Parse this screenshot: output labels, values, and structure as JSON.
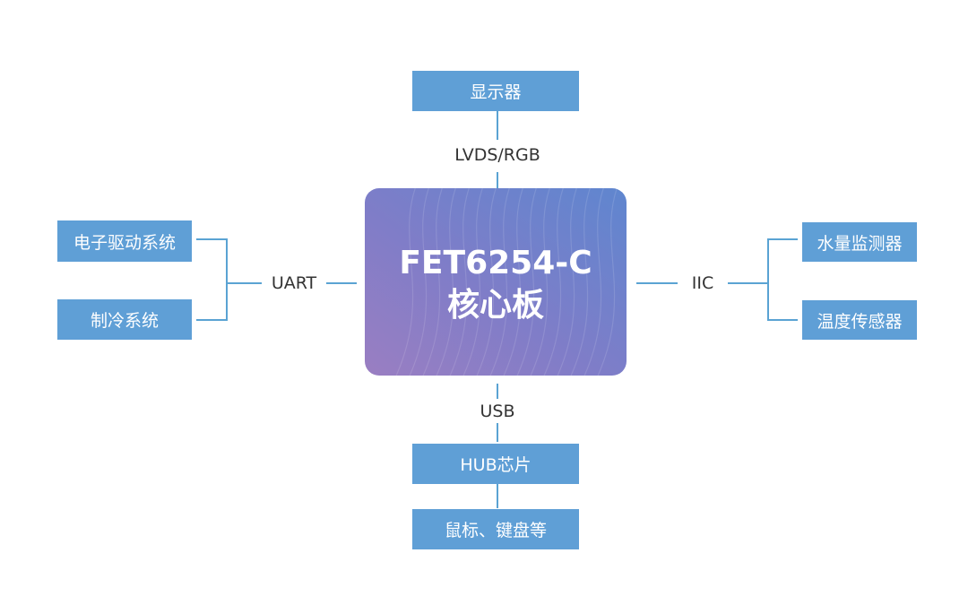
{
  "core": {
    "line1": "FET6254-C",
    "line2": "核心板"
  },
  "top": {
    "device": "显示器",
    "interface": "LVDS/RGB"
  },
  "left": {
    "interface": "UART",
    "devices": [
      "电子驱动系统",
      "制冷系统"
    ]
  },
  "right": {
    "interface": "IIC",
    "devices": [
      "水量监测器",
      "温度传感器"
    ]
  },
  "bottom": {
    "interface": "USB",
    "hub": "HUB芯片",
    "peripherals": "鼠标、键盘等"
  },
  "colors": {
    "box": "#5f9fd6",
    "line": "#5aa3d3",
    "core_gradient_start": "#9a7ec2",
    "core_gradient_end": "#5f86cf"
  }
}
